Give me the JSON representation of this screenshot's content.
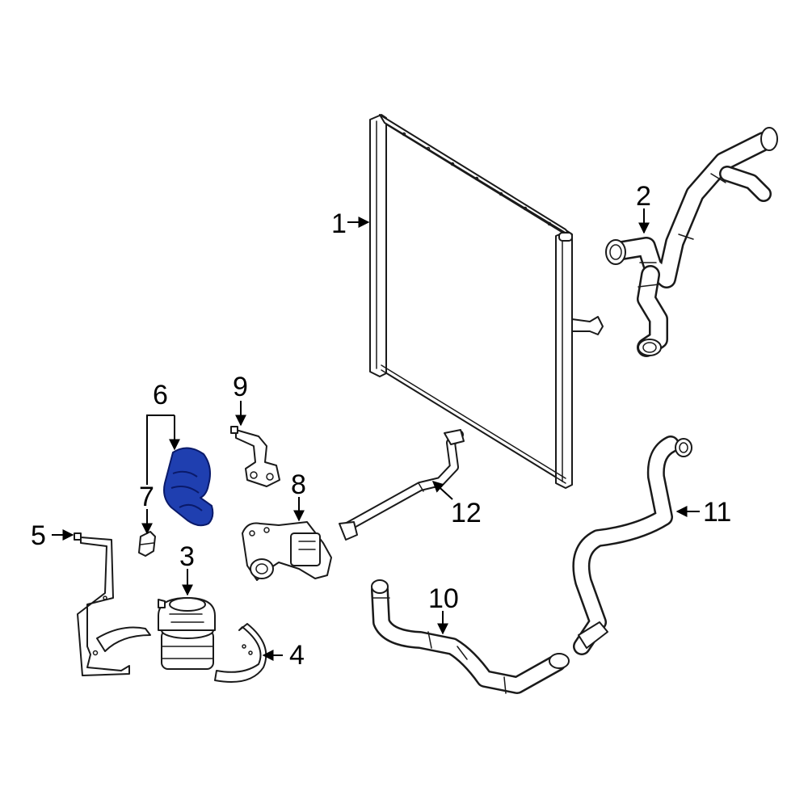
{
  "highlight_color": "#1f3fb0",
  "line_color": "#1a1a1a",
  "callouts": [
    {
      "id": "1",
      "label": "1"
    },
    {
      "id": "2",
      "label": "2"
    },
    {
      "id": "3",
      "label": "3"
    },
    {
      "id": "4",
      "label": "4"
    },
    {
      "id": "5",
      "label": "5"
    },
    {
      "id": "6",
      "label": "6"
    },
    {
      "id": "7",
      "label": "7"
    },
    {
      "id": "8",
      "label": "8"
    },
    {
      "id": "9",
      "label": "9"
    },
    {
      "id": "10",
      "label": "10"
    },
    {
      "id": "11",
      "label": "11"
    },
    {
      "id": "12",
      "label": "12"
    }
  ],
  "highlighted_part": "6"
}
